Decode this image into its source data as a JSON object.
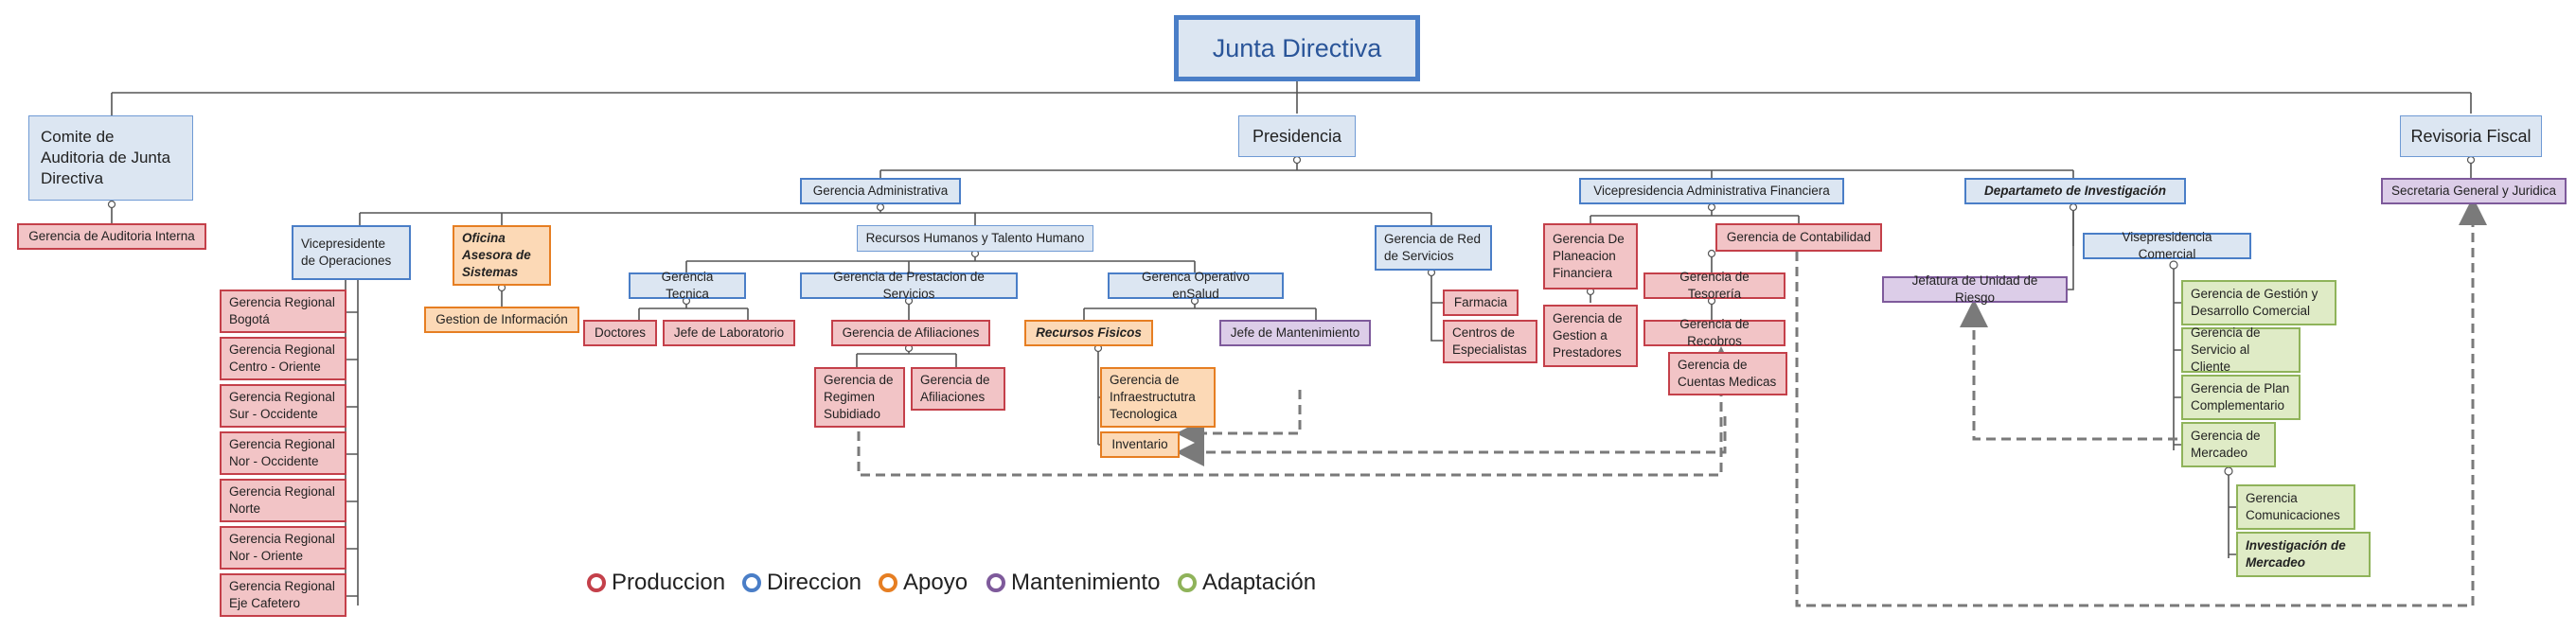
{
  "chart": {
    "title": "Junta Directiva",
    "nodes": {
      "comite": "Comite de Auditoria de Junta Directiva",
      "presidencia": "Presidencia",
      "revisoria": "Revisoria Fiscal",
      "auditoria_interna": "Gerencia de Auditoria Interna",
      "gerencia_administrativa": "Gerencia Administrativa",
      "vp_admin_financiera": "Vicepresidencia Administrativa Financiera",
      "depto_investigacion": "Departameto de Investigación",
      "secretaria": "Secretaria General y Juridica",
      "vp_operaciones": "Vicepresidente de Operaciones",
      "oficina_asesora": "Oficina Asesora de Sistemas",
      "rrhh": "Recursos Humanos y Talento Humano",
      "gerencia_red": "Gerencia de Red de Servicios",
      "gerencia_planeacion": "Gerencia De Planeacion Financiera",
      "gerencia_contabilidad": "Gerencia de Contabilidad",
      "vp_comercial": "Visepresidencia Comercial",
      "jefatura_riesgo": "Jefatura de Unidad de Riesgo",
      "gestion_informacion": "Gestion de Información",
      "gerencia_tecnica": "Gerencia Tecnica",
      "gerencia_prestacion": "Gerencia de Prestacion de Servicios",
      "gerencia_operativo": "Gerenca Operativo enSalud",
      "farmacia": "Farmacia",
      "centros_especialistas": "Centros de Especialistas",
      "gerencia_gestion_prestadores": "Gerencia de Gestion a Prestadores",
      "gerencia_tesoreria": "Gerencia de Tesorería",
      "gerencia_recobros": "Gerencia de Recobros",
      "gerencia_cuentas_medicas": "Gerencia de Cuentas Medicas",
      "doctores": "Doctores",
      "jefe_laboratorio": "Jefe de Laboratorio",
      "gerencia_afiliaciones": "Gerencia de Afiliaciones",
      "recursos_fisicos": "Recursos Fisicos",
      "jefe_mantenimiento": "Jefe de Mantenimiento",
      "gerencia_regimen_subsidiado": "Gerencia de Regimen Subidiado",
      "gerencia_afiliaciones_2": "Gerencia de Afiliaciones",
      "gerencia_infraestructura": "Gerencia de Infraestructutra Tecnologica",
      "inventario": "Inventario",
      "gerencia_gestion_desarrollo": "Gerencia de Gestión y Desarrollo Comercial",
      "gerencia_servicio_cliente": "Gerencia de Servicio al Cliente",
      "gerencia_plan_complementario": "Gerencia de Plan Complementario",
      "gerencia_mercadeo": "Gerencia de Mercadeo",
      "gerencia_comunicaciones": "Gerencia Comunicaciones",
      "investigacion_mercadeo": "Investigación de Mercadeo"
    },
    "regionales": [
      "Gerencia Regional Bogotá",
      "Gerencia Regional Centro - Oriente",
      "Gerencia Regional Sur - Occidente",
      "Gerencia Regional Nor - Occidente",
      "Gerencia Regional Norte",
      "Gerencia Regional Nor - Oriente",
      "Gerencia Regional Eje Cafetero"
    ]
  },
  "legend": [
    {
      "label": "Produccion",
      "color": "#c4404a"
    },
    {
      "label": "Direccion",
      "color": "#4a7ec7"
    },
    {
      "label": "Apoyo",
      "color": "#e67e22"
    },
    {
      "label": "Mantenimiento",
      "color": "#7e5a9b"
    },
    {
      "label": "Adaptación",
      "color": "#8fb35a"
    }
  ]
}
